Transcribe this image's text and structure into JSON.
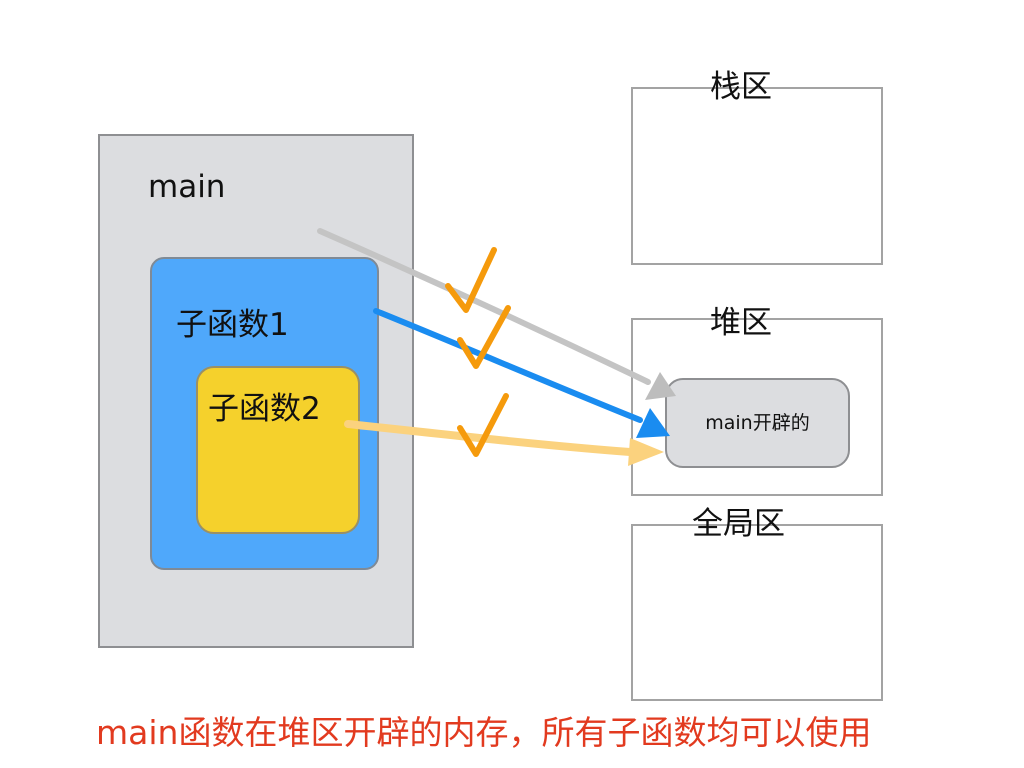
{
  "main": {
    "label": "main"
  },
  "sub1": {
    "label": "子函数1"
  },
  "sub2": {
    "label": "子函数2"
  },
  "regions": {
    "stack": "栈区",
    "heap": "堆区",
    "global": "全局区"
  },
  "allocation": {
    "label": "main开辟的"
  },
  "caption": "main函数在堆区开辟的内存，所有子函数均可以使用",
  "colors": {
    "main_fill": "#dcdde0",
    "sub1_fill": "#4fa8fb",
    "sub2_fill": "#f5d12c",
    "arrow_gray": "#c4c4c4",
    "arrow_blue": "#1a8cf0",
    "arrow_yellow": "#fbd27e",
    "check_orange": "#f59a0c",
    "caption_red": "#e23a1f"
  },
  "icons": [
    "checkmark-icon",
    "arrow-icon"
  ]
}
